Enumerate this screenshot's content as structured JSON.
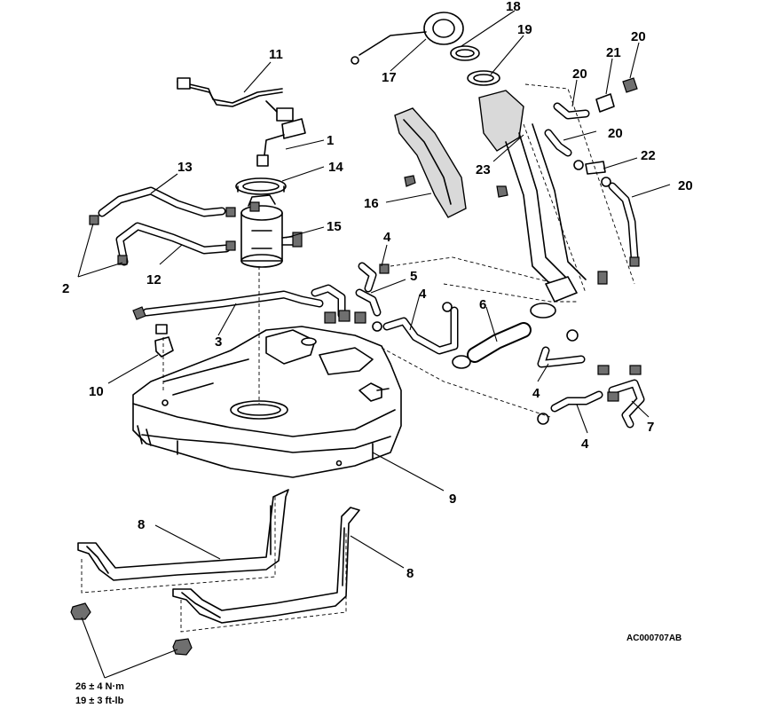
{
  "callouts": {
    "c1": "1",
    "c2": "2",
    "c3": "3",
    "c4a": "4",
    "c4b": "4",
    "c4c": "4",
    "c4d": "4",
    "c5": "5",
    "c6": "6",
    "c7": "7",
    "c8a": "8",
    "c8b": "8",
    "c9": "9",
    "c10": "10",
    "c11": "11",
    "c12": "12",
    "c13": "13",
    "c14": "14",
    "c15": "15",
    "c16": "16",
    "c17": "17",
    "c18": "18",
    "c19": "19",
    "c20a": "20",
    "c20b": "20",
    "c20c": "20",
    "c20d": "20",
    "c21": "21",
    "c22": "22",
    "c23": "23"
  },
  "figure_code": "AC000707AB",
  "torque": {
    "metric": "26 ± 4 N·m",
    "imperial": "19 ± 3 ft-lb"
  }
}
